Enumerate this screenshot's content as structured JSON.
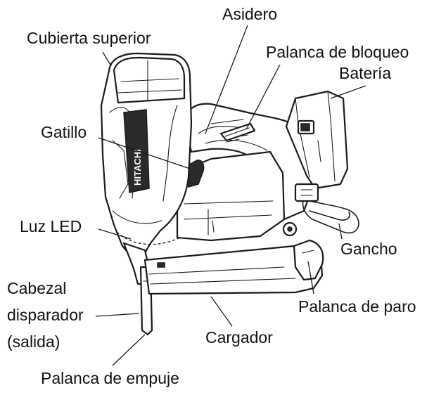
{
  "diagram": {
    "brand_mark": "HITACHI",
    "labels": {
      "top_cover": "Cubierta superior",
      "handle": "Asidero",
      "lock_lever": "Palanca de bloqueo",
      "battery": "Batería",
      "trigger": "Gatillo",
      "led_light": "Luz LED",
      "hook": "Gancho",
      "firing_head_line1": "Cabezal",
      "firing_head_line2": "disparador",
      "firing_head_line3": "(salida)",
      "stop_lever": "Palanca de paro",
      "magazine": "Cargador",
      "push_lever": "Palanca de empuje"
    }
  }
}
